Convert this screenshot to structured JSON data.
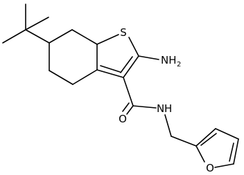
{
  "molecule": {
    "atom_labels": {
      "sulfur": "S",
      "amine_n": "NH",
      "amine_h_count": "2",
      "carbonyl_o": "O",
      "amide_n": "N",
      "amide_h": "H",
      "furan_o": "O"
    }
  }
}
